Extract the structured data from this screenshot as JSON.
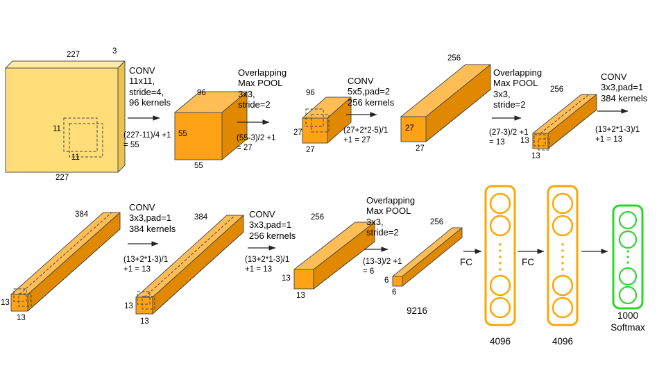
{
  "colors": {
    "input_front": "#FFDE7A",
    "input_top": "#FFEAA6",
    "input_side": "#E9C34F",
    "box_front": "#FFA216",
    "box_top": "#FFBE55",
    "box_side": "#E08900",
    "fc_stroke": "#FFA500",
    "softmax_stroke": "#2BD42B"
  },
  "input": {
    "size_top": "227",
    "depth": "3",
    "kernel_a": "11",
    "kernel_b": "11",
    "size_bottom": "227"
  },
  "stages": {
    "conv1": {
      "op": "CONV\n11x11,\nstride=4,\n96 kernels",
      "formula": "(227-11)/4 +1\n= 55"
    },
    "pool1": {
      "op": "Overlapping\nMax POOL\n3x3,\nstride=2",
      "formula": "(55-3)/2 +1\n= 27"
    },
    "conv2": {
      "op": "CONV\n5x5,pad=2\n256 kernels",
      "formula": "(27+2*2-5)/1\n+1 = 27"
    },
    "pool2": {
      "op": "Overlapping\nMax POOL\n3x3,\nstride=2",
      "formula": "(27-3)/2 +1\n= 13"
    },
    "conv3": {
      "op": "CONV\n3x3,pad=1\n384 kernels",
      "formula": "(13+2*1-3)/1\n+1  = 13"
    },
    "conv4": {
      "op": "CONV\n3x3,pad=1\n384 kernels",
      "formula": "(13+2*1-3)/1\n+1  = 13"
    },
    "conv5": {
      "op": "CONV\n3x3,pad=1\n256 kernels",
      "formula": "(13+2*1-3)/1\n+1  = 13"
    },
    "pool3": {
      "op": "Overlapping\nMax POOL\n3x3,\nstride=2",
      "formula": "(13-3)/2 +1\n= 6"
    }
  },
  "tensors": {
    "t1": {
      "channels": "96",
      "h": "55",
      "w": "55"
    },
    "t2": {
      "channels": "96",
      "h": "27",
      "w": "27"
    },
    "t3": {
      "channels": "256",
      "h": "27",
      "w": "27"
    },
    "t4": {
      "channels": "256",
      "h": "13",
      "w": "13"
    },
    "t5": {
      "channels": "384",
      "h": "13",
      "w": "13"
    },
    "t6": {
      "channels": "384",
      "h": "13",
      "w": "13"
    },
    "t7": {
      "channels": "256",
      "h": "13",
      "w": "13"
    },
    "t8": {
      "channels": "256",
      "h": "6",
      "w": "6",
      "flattened": "9216"
    }
  },
  "fc": {
    "fc1_arrow_label": "FC",
    "fc1_units": "4096",
    "fc2_arrow_label": "FC",
    "fc2_units": "4096"
  },
  "output": {
    "units": "1000",
    "activation": "Softmax"
  }
}
